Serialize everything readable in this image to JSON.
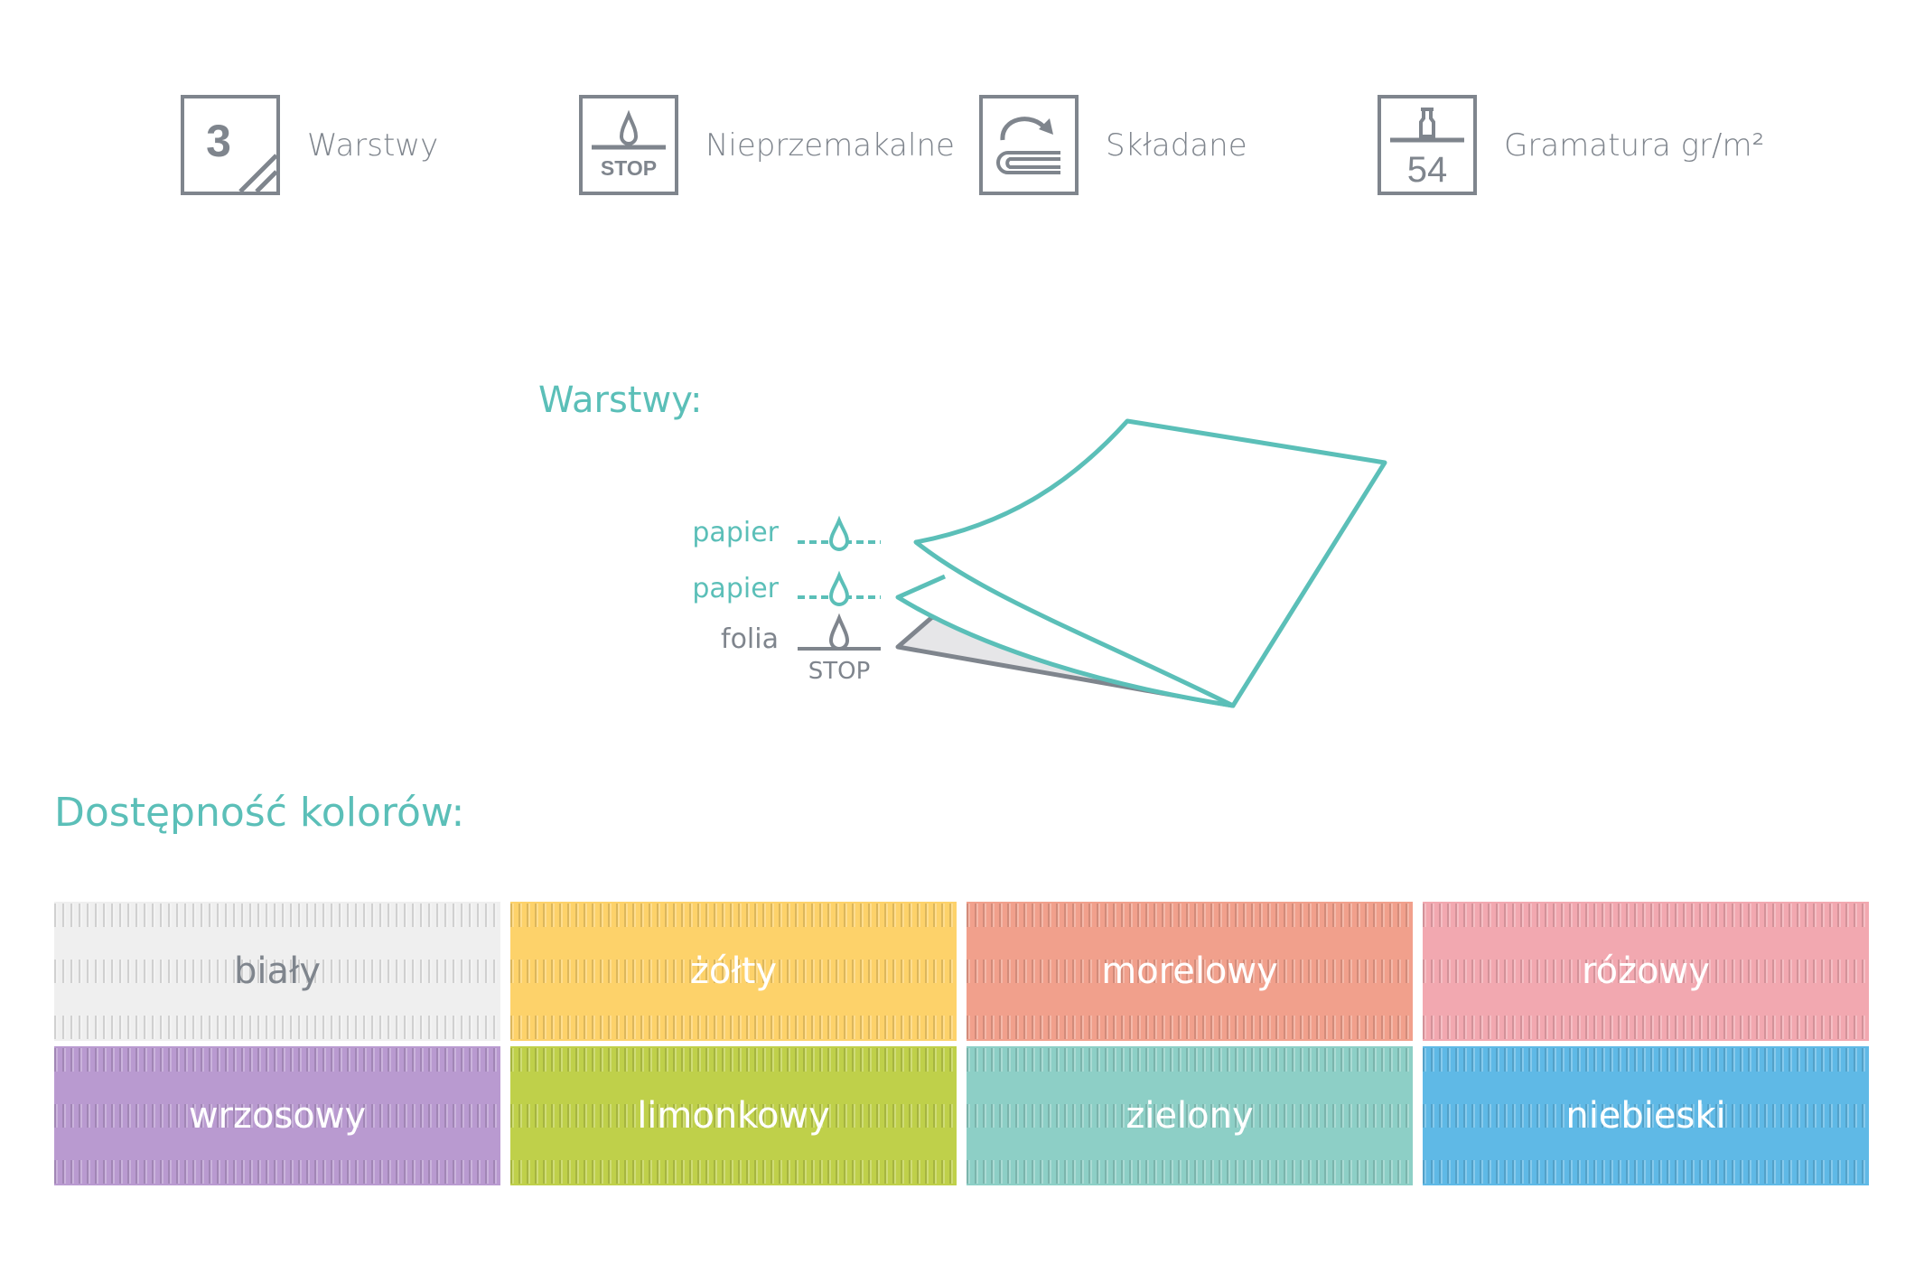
{
  "features": [
    {
      "icon": "three-layers-icon",
      "icon_text": "3",
      "label": "Warstwy"
    },
    {
      "icon": "waterproof-stop-icon",
      "icon_text": "STOP",
      "label": "Nieprzemakalne"
    },
    {
      "icon": "folded-icon",
      "label": "Składane"
    },
    {
      "icon": "weight-icon",
      "icon_text": "54",
      "label": "Gramatura gr/m²"
    }
  ],
  "layers": {
    "title": "Warstwy:",
    "items": [
      {
        "label": "papier",
        "icon": "drop-dashed-icon"
      },
      {
        "label": "papier",
        "icon": "drop-dashed-icon"
      },
      {
        "label": "folia",
        "icon": "drop-stop-icon",
        "stop_text": "STOP"
      }
    ]
  },
  "colors": {
    "title": "Dostępność kolorów:",
    "items": [
      {
        "name": "biały",
        "hex": "#efefef",
        "text": "#7f858d"
      },
      {
        "name": "żółty",
        "hex": "#fdd26a",
        "text": "#ffffff"
      },
      {
        "name": "morelowy",
        "hex": "#f1a08c",
        "text": "#ffffff"
      },
      {
        "name": "różowy",
        "hex": "#f2a8b0",
        "text": "#ffffff"
      },
      {
        "name": "wrzosowy",
        "hex": "#b99ad0",
        "text": "#ffffff"
      },
      {
        "name": "limonkowy",
        "hex": "#bfd04a",
        "text": "#ffffff"
      },
      {
        "name": "zielony",
        "hex": "#8dcfc6",
        "text": "#ffffff"
      },
      {
        "name": "niebieski",
        "hex": "#5fb9e6",
        "text": "#ffffff"
      }
    ]
  },
  "accent": "#5bbfb8",
  "gray": "#7f858d"
}
